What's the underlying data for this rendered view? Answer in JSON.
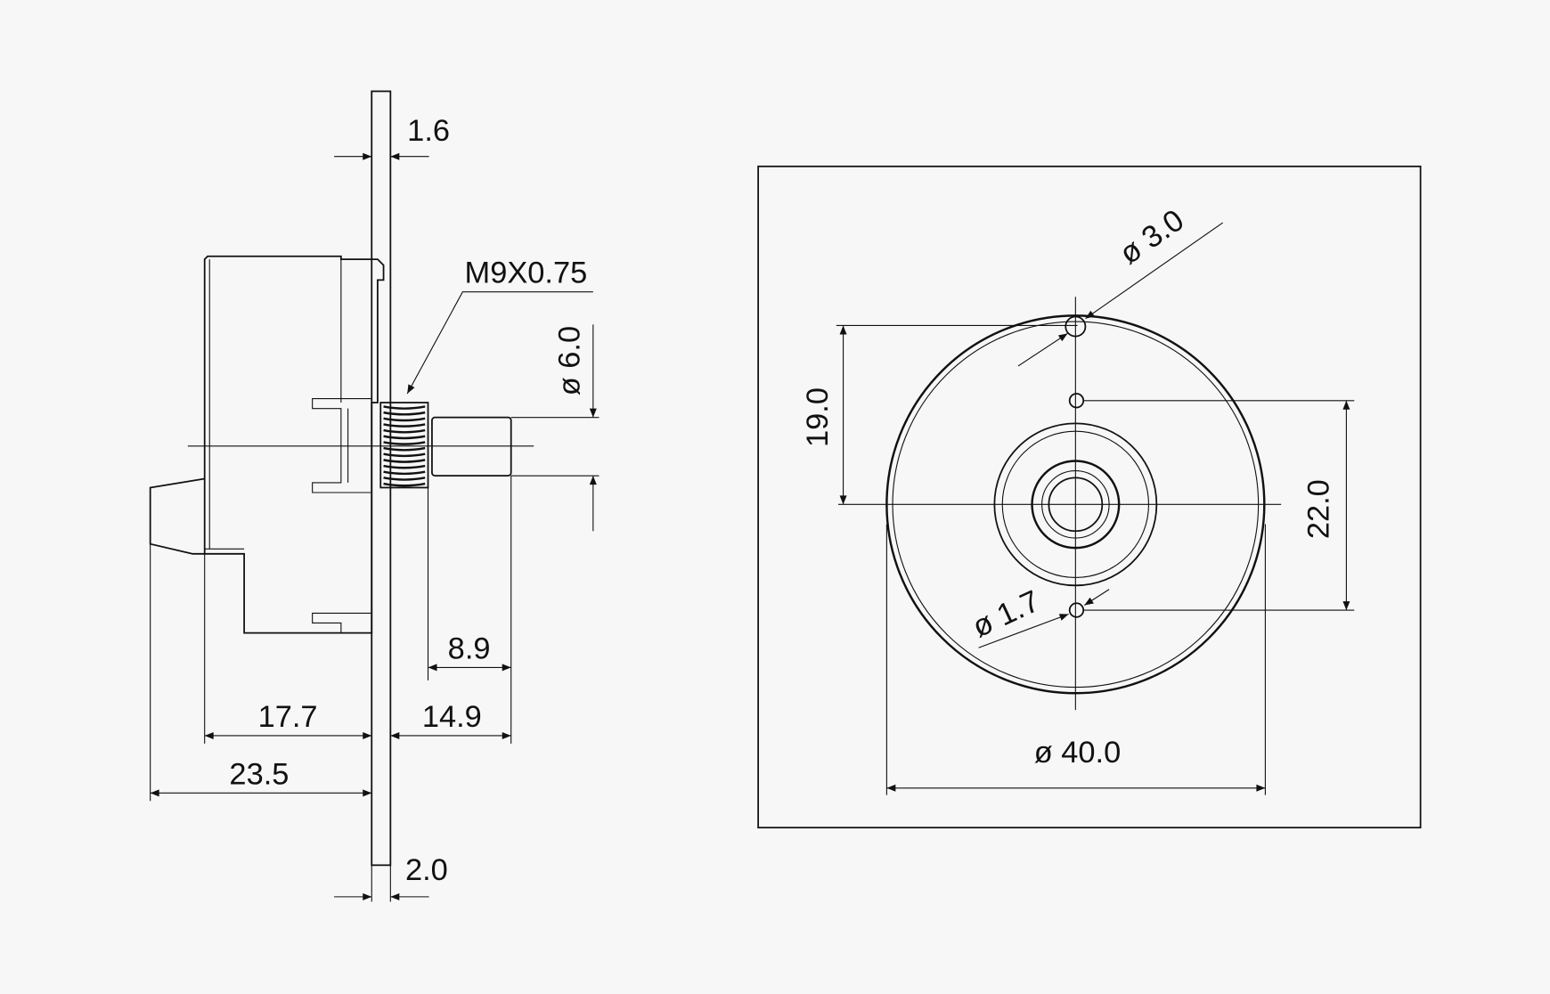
{
  "title": "Clock movement dimension drawing",
  "side_view": {
    "plate_thickness": "1.6",
    "thread_spec": "M9X0.75",
    "shaft_diameter": "ø 6.0",
    "shaft_length": "8.9",
    "front_length": "14.9",
    "body_depth": "17.7",
    "total_depth": "23.5",
    "plate_gap": "2.0"
  },
  "front_view": {
    "top_hole_diameter": "ø 3.0",
    "top_hole_offset": "19.0",
    "hole_spacing": "22.0",
    "small_hole_diameter": "ø 1.7",
    "body_diameter": "ø 40.0"
  }
}
